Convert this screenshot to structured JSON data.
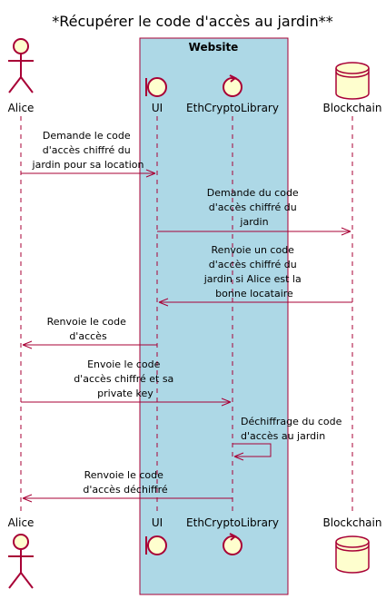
{
  "title": "*Récupérer le code d'accès au jardin**",
  "box": {
    "title": "Website"
  },
  "participants": {
    "alice": "Alice",
    "ui": "UI",
    "lib": "EthCryptoLibrary",
    "chain": "Blockchain"
  },
  "messages": [
    {
      "from": "Alice",
      "to": "UI",
      "lines": [
        "Demande le code",
        "d'accès chiffré du",
        "jardin pour sa location"
      ]
    },
    {
      "from": "UI",
      "to": "Blockchain",
      "lines": [
        "Demande du code",
        "d'accès chiffré du",
        "jardin"
      ]
    },
    {
      "from": "Blockchain",
      "to": "UI",
      "lines": [
        "Renvoie un code",
        "d'accès chiffré du",
        "jardin si Alice est la",
        "bonne locataire"
      ]
    },
    {
      "from": "UI",
      "to": "Alice",
      "lines": [
        "Renvoie le code",
        "d'accès"
      ]
    },
    {
      "from": "Alice",
      "to": "EthCryptoLibrary",
      "lines": [
        "Envoie le code",
        "d'accès chiffré et sa",
        "private key"
      ]
    },
    {
      "from": "EthCryptoLibrary",
      "to": "EthCryptoLibrary",
      "lines": [
        "Déchiffrage du code",
        "d'accès au jardin"
      ]
    },
    {
      "from": "EthCryptoLibrary",
      "to": "Alice",
      "lines": [
        "Renvoie le code",
        "d'accès déchiffré"
      ]
    }
  ],
  "colors": {
    "box_fill": "#ADD8E6",
    "box_stroke": "#A80036",
    "participant_fill": "#FEFECE",
    "arrow": "#A80036"
  }
}
